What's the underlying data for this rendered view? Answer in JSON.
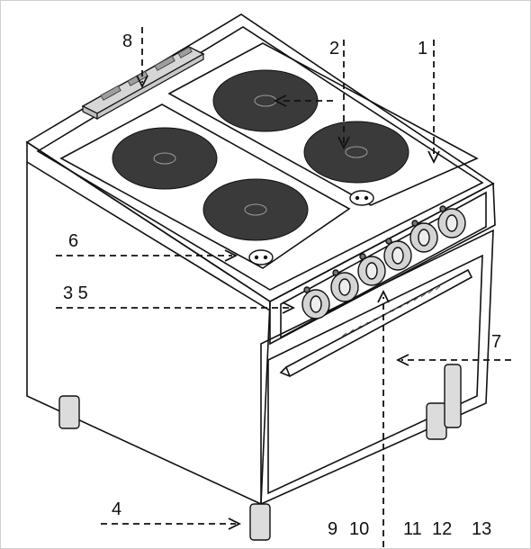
{
  "callouts": {
    "c1": "1",
    "c2": "2",
    "c3_5": "3 5",
    "c4": "4",
    "c6": "6",
    "c7": "7",
    "c8": "8",
    "bottom": [
      "9",
      "10",
      "11",
      "12",
      "13"
    ]
  },
  "colors": {
    "stroke": "#111111",
    "hotplate": "#3a3a3a",
    "hotplate_ring": "#9a9a9a",
    "body": "#ffffff",
    "panel": "#eeeeee",
    "knob": "#d4d4d4"
  }
}
